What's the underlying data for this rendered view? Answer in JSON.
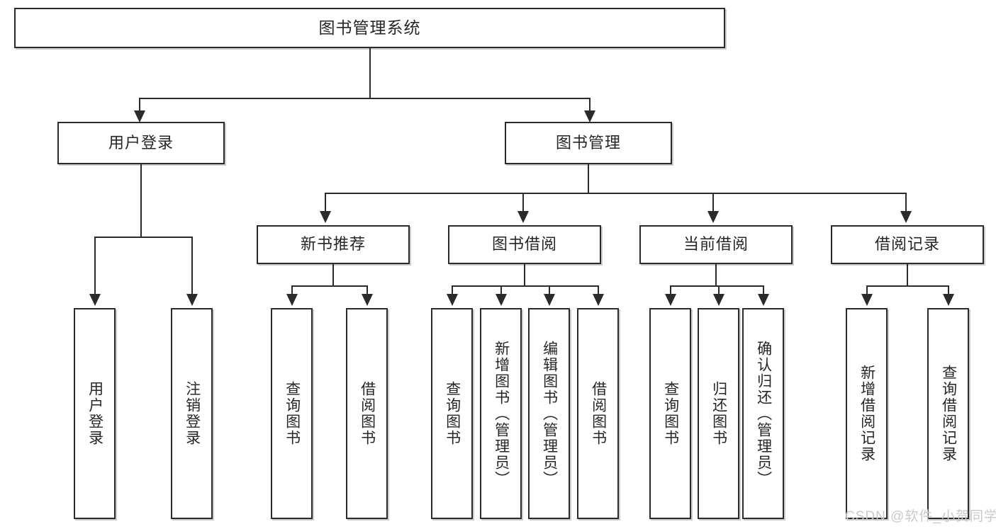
{
  "diagram": {
    "type": "tree-hierarchy",
    "title": "图书管理系统",
    "root": {
      "label": "图书管理系统"
    },
    "level2": [
      {
        "label": "用户登录"
      },
      {
        "label": "图书管理"
      }
    ],
    "level3": [
      {
        "label": "新书推荐"
      },
      {
        "label": "图书借阅"
      },
      {
        "label": "当前借阅"
      },
      {
        "label": "借阅记录"
      }
    ],
    "leaves": {
      "user_login": [
        {
          "label": "用户登录"
        },
        {
          "label": "注销登录"
        }
      ],
      "new_book_recommend": [
        {
          "label": "查询图书"
        },
        {
          "label": "借阅图书"
        }
      ],
      "book_borrow": [
        {
          "label": "查询图书"
        },
        {
          "label": "新增图书（管理员）"
        },
        {
          "label": "编辑图书（管理员）"
        },
        {
          "label": "借阅图书"
        }
      ],
      "current_borrow": [
        {
          "label": "查询图书"
        },
        {
          "label": "归还图书"
        },
        {
          "label": "确认归还（管理员）"
        }
      ],
      "borrow_record": [
        {
          "label": "新增借阅记录"
        },
        {
          "label": "查询借阅记录"
        }
      ]
    }
  },
  "watermark": {
    "text": "CSDN @软件_小贺同学"
  },
  "colors": {
    "border": "#2b2b2b",
    "text": "#262626",
    "background": "#ffffff",
    "watermark": "#c9c9c9"
  }
}
